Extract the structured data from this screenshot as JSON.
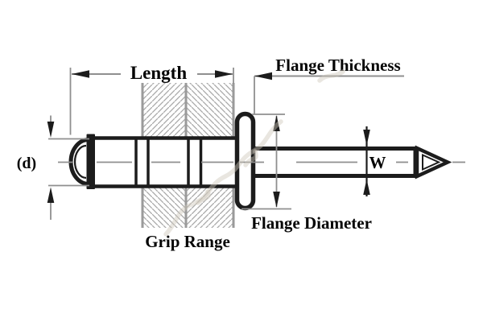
{
  "figure": {
    "labels": {
      "length": "Length",
      "flange_thickness": "Flange Thickness",
      "body_diameter": "(d)",
      "mandrel_diameter": "W",
      "flange_diameter": "Flange Diameter",
      "grip_range": "Grip Range"
    },
    "colors": {
      "background": "#ffffff",
      "part_outline": "#1c1c1c",
      "dimension_lines": "#8f8f8f",
      "hatching": "#a8a8a8",
      "plate_edges": "#9a9a9a",
      "label_text": "#050505",
      "watermark": "#cec8ba"
    }
  }
}
